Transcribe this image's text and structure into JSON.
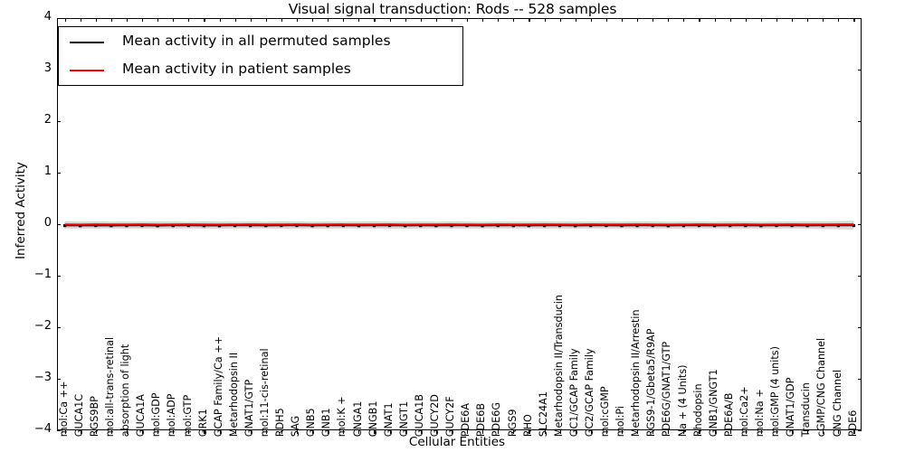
{
  "chart_data": {
    "type": "line",
    "title": "Visual signal transduction: Rods -- 528 samples",
    "xlabel": "Cellular Entities",
    "ylabel": "Inferred Activity",
    "ylim": [
      -4,
      4
    ],
    "yticks": [
      4,
      3,
      2,
      1,
      0,
      -1,
      -2,
      -3,
      -4
    ],
    "ytick_labels": [
      "4",
      "3",
      "2",
      "1",
      "0",
      "−1",
      "−2",
      "−3",
      "−4"
    ],
    "grid": false,
    "legend_position": "upper left",
    "legend": [
      {
        "label": "Mean activity in all permuted samples",
        "color": "#000000"
      },
      {
        "label": "Mean activity in patient samples",
        "color": "#ff0000"
      }
    ],
    "categories": [
      "mol:Ca ++",
      "GUCA1C",
      "RGS9BP",
      "mol:all-trans-retinal",
      "absorption of light",
      "GUCA1A",
      "mol:GDP",
      "mol:ADP",
      "mol:GTP",
      "GRK1",
      "GCAP Family/Ca ++",
      "Metarhodopsin II",
      "GNAT1/GTP",
      "mol:11-cis-retinal",
      "RDH5",
      "SAG",
      "GNB5",
      "GNB1",
      "mol:K +",
      "CNGA1",
      "CNGB1",
      "GNAT1",
      "GNGT1",
      "GUCA1B",
      "GUCY2D",
      "GUCY2F",
      "PDE6A",
      "PDE6B",
      "PDE6G",
      "RGS9",
      "RHO",
      "SLC24A1",
      "Metarhodopsin II/Transducin",
      "GC1/GCAP Family",
      "GC2/GCAP Family",
      "mol:cGMP",
      "mol:Pi",
      "Metarhodopsin II/Arrestin",
      "RGS9-1/Gbeta5/R9AP",
      "PDE6G/GNAT1/GTP",
      "Na + (4 Units)",
      "Rhodopsin",
      "GNB1/GNGT1",
      "PDE6A/B",
      "mol:Ca2+",
      "mol:Na +",
      "mol:GMP (4 units)",
      "GNAT1/GDP",
      "Transducin",
      "cGMP/CNG Channel",
      "CNG Channel",
      "PDE6"
    ],
    "series": [
      {
        "name": "Mean activity in all permuted samples",
        "color": "#000000",
        "marker": "square",
        "values": [
          -0.028,
          -0.031,
          -0.027,
          -0.03,
          -0.029,
          -0.028,
          -0.032,
          -0.029,
          -0.027,
          -0.03,
          -0.031,
          -0.028,
          -0.029,
          -0.03,
          -0.027,
          -0.028,
          -0.031,
          -0.029,
          -0.028,
          -0.03,
          -0.029,
          -0.027,
          -0.031,
          -0.028,
          -0.03,
          -0.029,
          -0.028,
          -0.031,
          -0.027,
          -0.029,
          -0.03,
          -0.028,
          -0.029,
          -0.031,
          -0.028,
          -0.027,
          -0.03,
          -0.029,
          -0.028,
          -0.031,
          -0.029,
          -0.027,
          -0.03,
          -0.028,
          -0.029,
          -0.031,
          -0.027,
          -0.028,
          -0.03,
          -0.029,
          -0.028,
          -0.027
        ]
      },
      {
        "name": "Mean activity in patient samples",
        "color": "#ff0000",
        "marker": "none",
        "values": [
          -0.006,
          -0.008,
          -0.005,
          -0.007,
          -0.006,
          -0.005,
          -0.008,
          -0.006,
          -0.005,
          -0.007,
          -0.008,
          -0.006,
          -0.005,
          -0.007,
          -0.006,
          -0.005,
          -0.008,
          -0.006,
          -0.005,
          -0.007,
          -0.006,
          -0.005,
          -0.008,
          -0.006,
          -0.007,
          -0.005,
          -0.006,
          -0.008,
          -0.005,
          -0.006,
          -0.007,
          -0.005,
          -0.006,
          -0.008,
          -0.005,
          -0.006,
          -0.007,
          -0.005,
          -0.006,
          -0.008,
          -0.006,
          -0.005,
          -0.007,
          -0.006,
          -0.005,
          -0.008,
          -0.006,
          -0.005,
          -0.007,
          -0.006,
          -0.005,
          -0.004
        ]
      }
    ],
    "confidence_band": {
      "name": "permutation spread",
      "color": "#cccccc",
      "upper": [
        0.055,
        0.05,
        0.052,
        0.048,
        0.051,
        0.049,
        0.053,
        0.05,
        0.047,
        0.052,
        0.051,
        0.049,
        0.05,
        0.048,
        0.052,
        0.05,
        0.049,
        0.051,
        0.048,
        0.05,
        0.052,
        0.049,
        0.051,
        0.05,
        0.048,
        0.052,
        0.05,
        0.049,
        0.051,
        0.05,
        0.048,
        0.052,
        0.05,
        0.051,
        0.049,
        0.05,
        0.048,
        0.052,
        0.05,
        0.049,
        0.051,
        0.05,
        0.048,
        0.052,
        0.05,
        0.049,
        0.051,
        0.05,
        0.052,
        0.055,
        0.06,
        0.068
      ],
      "lower": [
        -0.09,
        -0.085,
        -0.088,
        -0.084,
        -0.087,
        -0.085,
        -0.089,
        -0.086,
        -0.083,
        -0.088,
        -0.087,
        -0.085,
        -0.086,
        -0.084,
        -0.088,
        -0.086,
        -0.085,
        -0.087,
        -0.084,
        -0.086,
        -0.088,
        -0.085,
        -0.087,
        -0.086,
        -0.084,
        -0.088,
        -0.086,
        -0.085,
        -0.087,
        -0.086,
        -0.084,
        -0.088,
        -0.086,
        -0.087,
        -0.085,
        -0.086,
        -0.084,
        -0.088,
        -0.086,
        -0.085,
        -0.087,
        -0.086,
        -0.084,
        -0.088,
        -0.086,
        -0.085,
        -0.087,
        -0.086,
        -0.088,
        -0.092,
        -0.098,
        -0.105
      ]
    }
  }
}
